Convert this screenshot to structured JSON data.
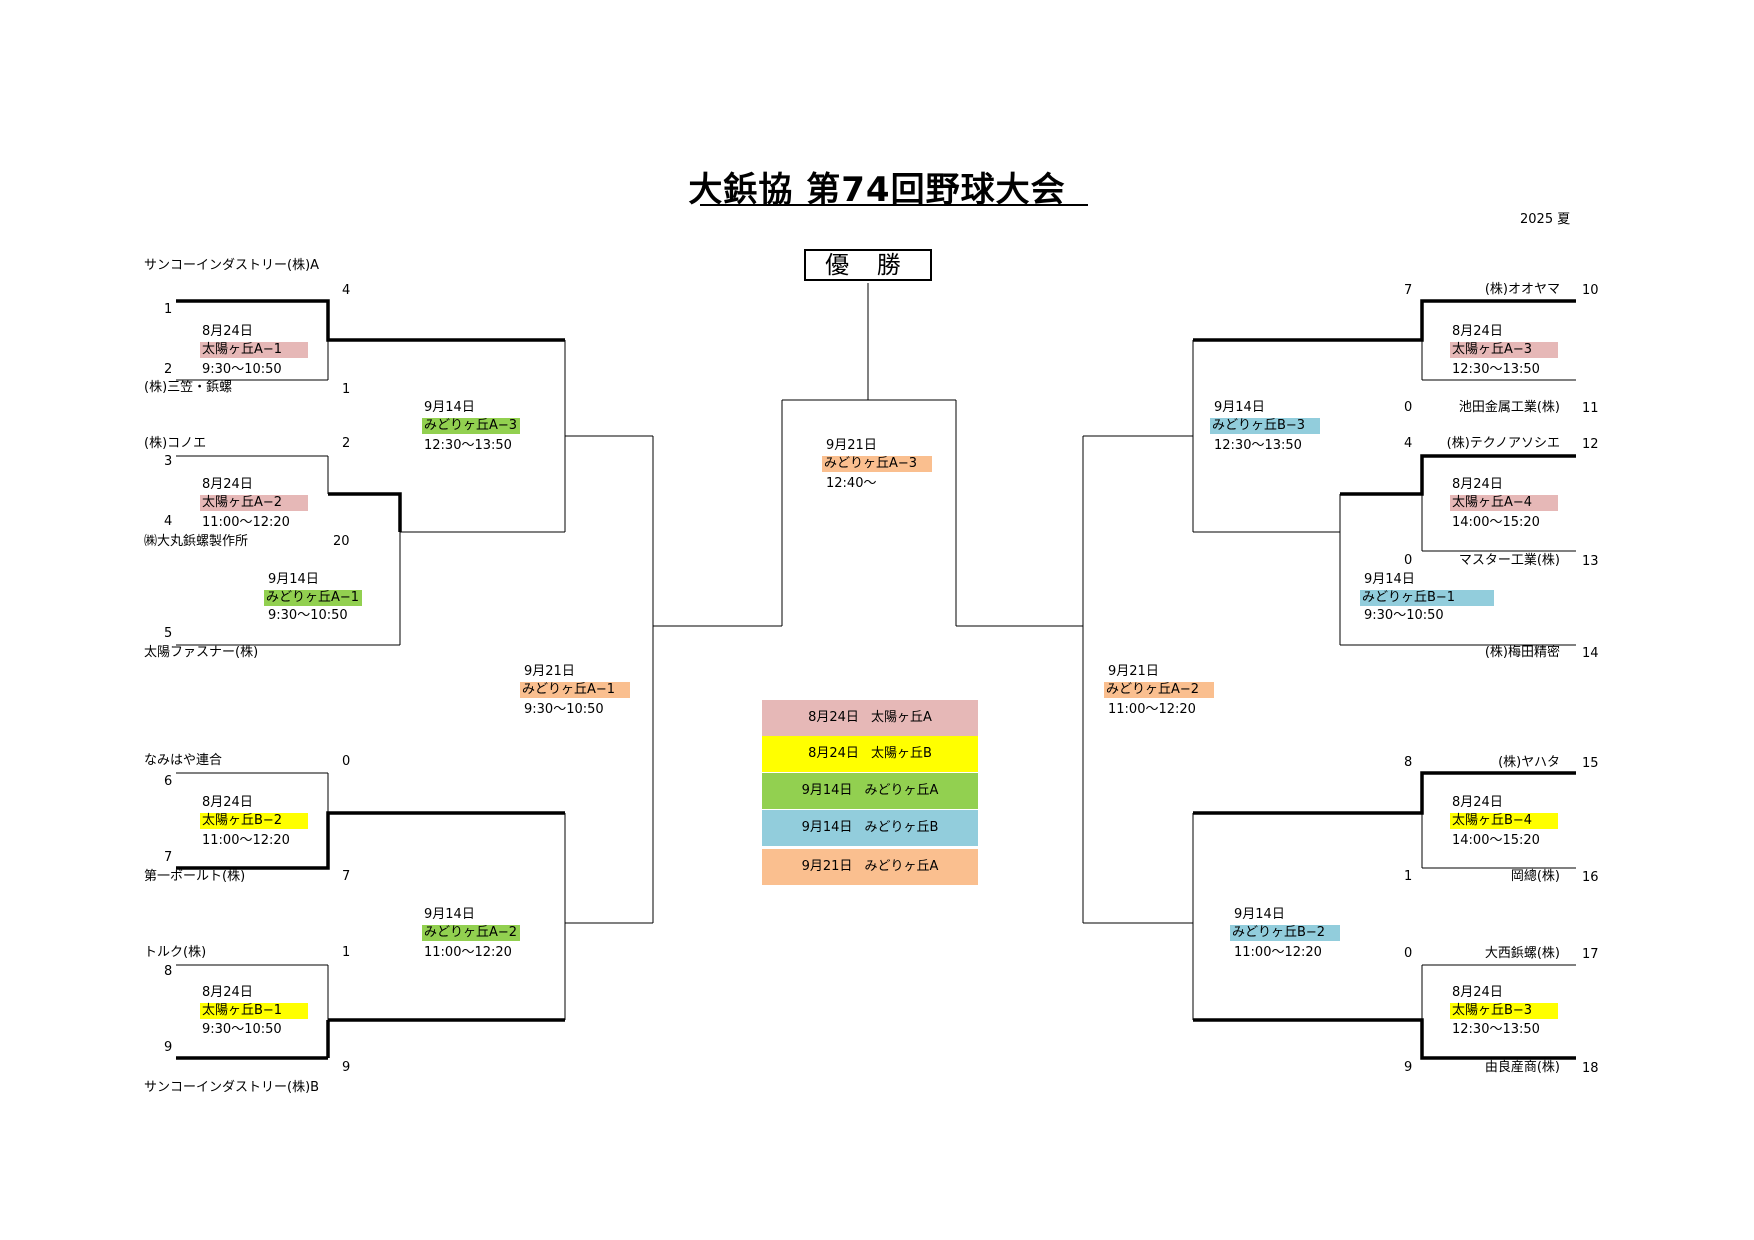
{
  "title": "大鋲協 第74回野球大会",
  "season": "2025 夏",
  "champion_label": "優 勝",
  "colors": {
    "pink": "#e6b8b7",
    "yellow": "#ffff00",
    "green": "#92d050",
    "blue": "#92cddc",
    "orange": "#fabf8f"
  },
  "teams": [
    {
      "seed": "1",
      "name": "サンコーインダストリー(株)A"
    },
    {
      "seed": "2",
      "name": "(株)三笠・鋲螺"
    },
    {
      "seed": "3",
      "name": "(株)コノエ"
    },
    {
      "seed": "4",
      "name": "㈱大丸鋲螺製作所"
    },
    {
      "seed": "5",
      "name": "太陽ファスナー(株)"
    },
    {
      "seed": "6",
      "name": "なみはや連合"
    },
    {
      "seed": "7",
      "name": "第一ボールト(株)"
    },
    {
      "seed": "8",
      "name": "トルク(株)"
    },
    {
      "seed": "9",
      "name": "サンコーインダストリー(株)B"
    },
    {
      "seed": "10",
      "name": "(株)オオヤマ"
    },
    {
      "seed": "11",
      "name": "池田金属工業(株)"
    },
    {
      "seed": "12",
      "name": "(株)テクノアソシエ"
    },
    {
      "seed": "13",
      "name": "マスター工業(株)"
    },
    {
      "seed": "14",
      "name": "(株)梅田精密"
    },
    {
      "seed": "15",
      "name": "(株)ヤハタ"
    },
    {
      "seed": "16",
      "name": "岡總(株)"
    },
    {
      "seed": "17",
      "name": "大西鋲螺(株)"
    },
    {
      "seed": "18",
      "name": "由良産商(株)"
    }
  ],
  "scores": {
    "l1": "4",
    "l2": "1",
    "l3": "2",
    "l4": "20",
    "l5": "0",
    "l6": "7",
    "l7": "1",
    "l8": "9",
    "r1": "7",
    "r2": "0",
    "r3": "4",
    "r4": "0",
    "r5": "8",
    "r6": "1",
    "r7": "0",
    "r8": "9"
  },
  "games": [
    {
      "date": "8月24日",
      "venue": "太陽ヶ丘A−1",
      "time": "9:30〜10:50"
    },
    {
      "date": "8月24日",
      "venue": "太陽ヶ丘A−2",
      "time": "11:00〜12:20"
    },
    {
      "date": "9月14日",
      "venue": "みどりヶ丘A−1",
      "time": "9:30〜10:50"
    },
    {
      "date": "9月14日",
      "venue": "みどりヶ丘A−3",
      "time": "12:30〜13:50"
    },
    {
      "date": "8月24日",
      "venue": "太陽ヶ丘B−2",
      "time": "11:00〜12:20"
    },
    {
      "date": "8月24日",
      "venue": "太陽ヶ丘B−1",
      "time": "9:30〜10:50"
    },
    {
      "date": "9月14日",
      "venue": "みどりヶ丘A−2",
      "time": "11:00〜12:20"
    },
    {
      "date": "9月21日",
      "venue": "みどりヶ丘A−1",
      "time": "9:30〜10:50"
    },
    {
      "date": "9月21日",
      "venue": "みどりヶ丘A−3",
      "time": "12:40〜"
    },
    {
      "date": "8月24日",
      "venue": "太陽ヶ丘A−3",
      "time": "12:30〜13:50"
    },
    {
      "date": "8月24日",
      "venue": "太陽ヶ丘A−4",
      "time": "14:00〜15:20"
    },
    {
      "date": "9月14日",
      "venue": "みどりヶ丘B−1",
      "time": "9:30〜10:50"
    },
    {
      "date": "9月14日",
      "venue": "みどりヶ丘B−3",
      "time": "12:30〜13:50"
    },
    {
      "date": "8月24日",
      "venue": "太陽ヶ丘B−4",
      "time": "14:00〜15:20"
    },
    {
      "date": "8月24日",
      "venue": "太陽ヶ丘B−3",
      "time": "12:30〜13:50"
    },
    {
      "date": "9月14日",
      "venue": "みどりヶ丘B−2",
      "time": "11:00〜12:20"
    },
    {
      "date": "9月21日",
      "venue": "みどりヶ丘A−2",
      "time": "11:00〜12:20"
    }
  ],
  "legend": [
    {
      "label": "8月24日 太陽ヶ丘A"
    },
    {
      "label": "8月24日 太陽ヶ丘B"
    },
    {
      "label": "9月14日 みどりヶ丘A"
    },
    {
      "label": "9月14日 みどりヶ丘B"
    },
    {
      "label": "9月21日 みどりヶ丘A"
    }
  ]
}
